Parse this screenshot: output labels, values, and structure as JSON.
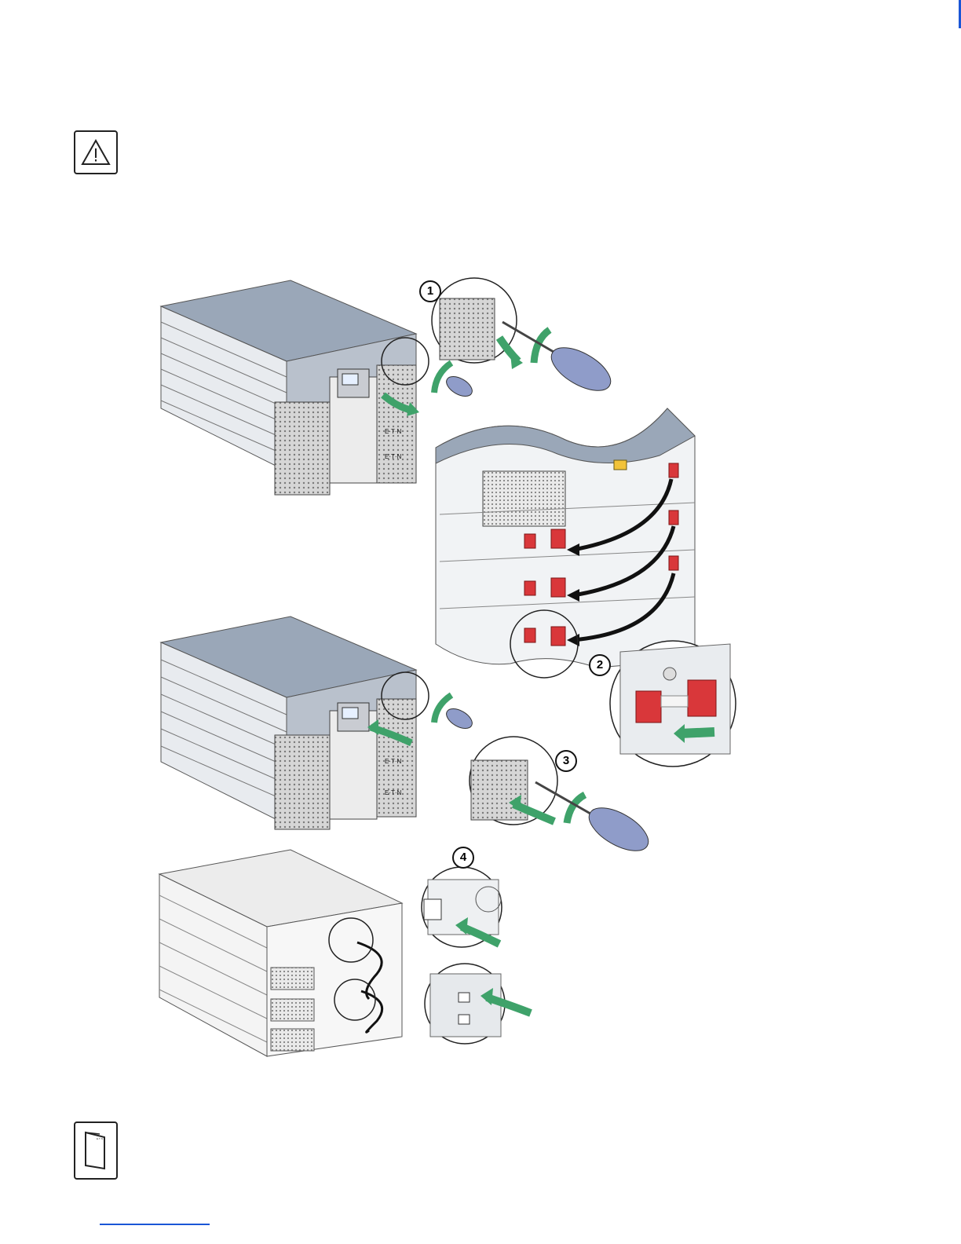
{
  "icons": {
    "warning": "warning-triangle-icon",
    "manual": "manual-book-icon"
  },
  "brand_label": "E·T·N",
  "steps": [
    "1",
    "2",
    "3",
    "4"
  ],
  "colors": {
    "accent_blue": "#1a56d6",
    "arrow_green": "#3fa26a",
    "connector_red": "#d9373a",
    "chassis_grey": "#9aa7b8",
    "screwdriver_handle": "#8f9cc9"
  }
}
